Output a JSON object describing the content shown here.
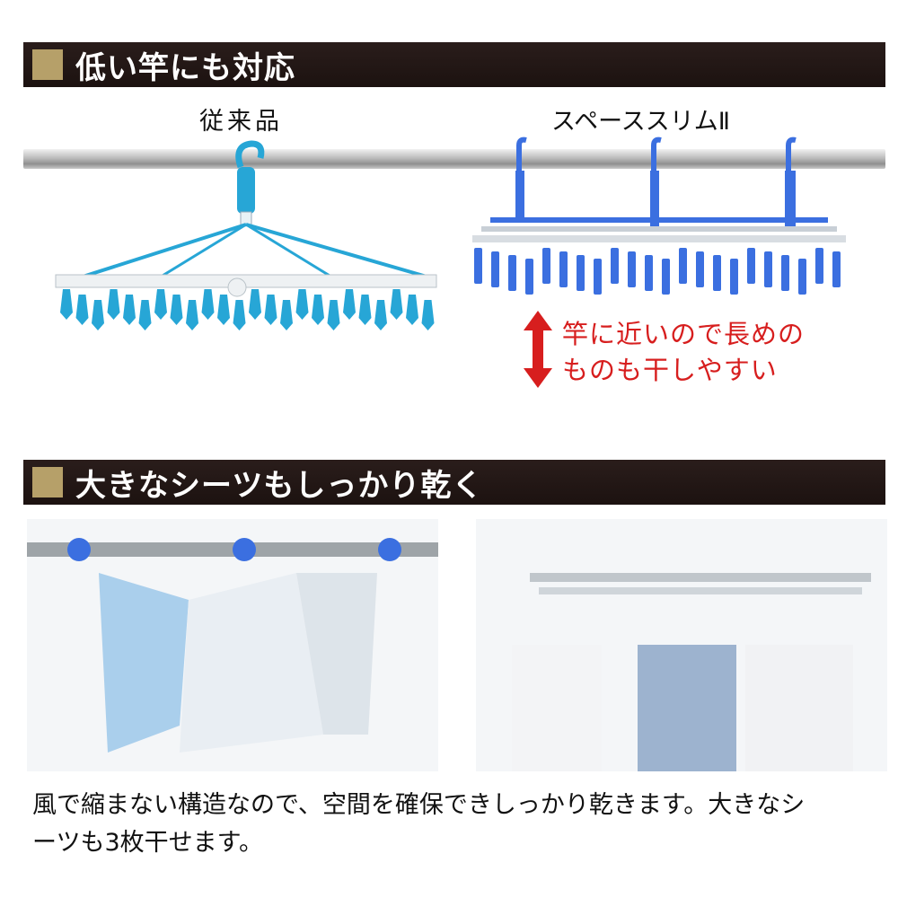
{
  "section1": {
    "title": "低い竿にも対応"
  },
  "section2": {
    "title": "大きなシーツもしっかり乾く"
  },
  "labels": {
    "conventional": "従来品",
    "product": "スペーススリムⅡ"
  },
  "note": {
    "line1": "竿に近いので長めの",
    "line2": "ものも干しやすい"
  },
  "caption": {
    "line1": "風で縮まない構造なので、空間を確保できしっかり乾きます。大きなシ",
    "line2": "ーツも3枚干せます。"
  },
  "colors": {
    "banner": "#1f1513",
    "banner_square": "#b6a069",
    "note_red": "#d71e1e",
    "hanger_cyan": "#27a6d6",
    "hanger_blue": "#3b6fe0"
  }
}
